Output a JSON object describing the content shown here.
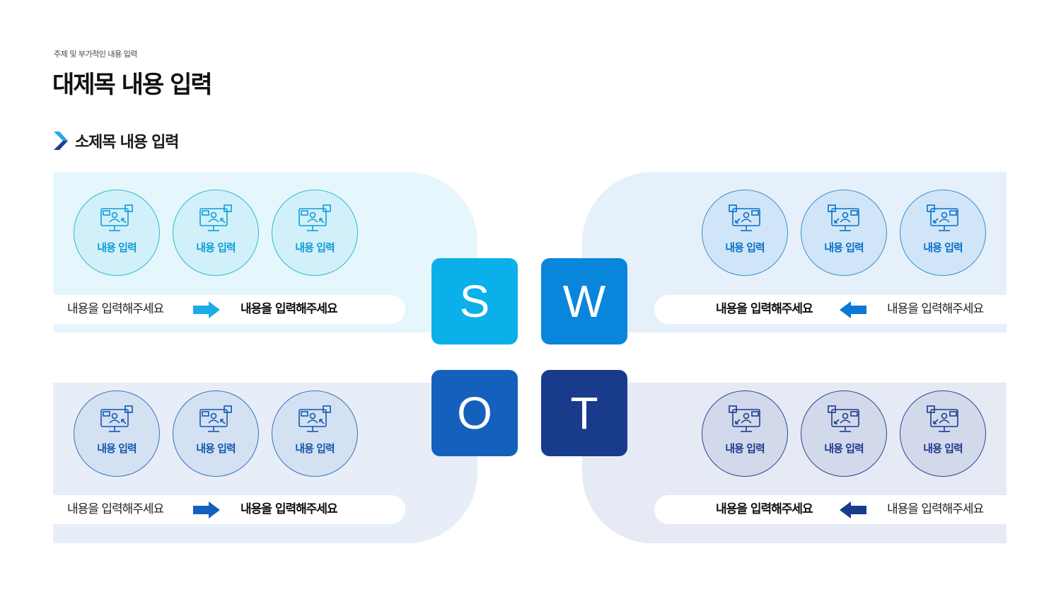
{
  "header": {
    "eyebrow": "주제 및 부가적인 내용 입력",
    "title": "대제목 내용 입력",
    "section_title": "소제목 내용 입력"
  },
  "colors": {
    "s": "#0bb0ea",
    "w": "#0a85dc",
    "o": "#1560bc",
    "t": "#183b8c"
  },
  "quadrants": {
    "s": {
      "letter": "S",
      "items": [
        "내용 입력",
        "내용 입력",
        "내용 입력"
      ],
      "text_left": "내용을 입력해주세요",
      "text_right": "내용을 입력해주세요",
      "arrow": "arrow-right-icon"
    },
    "w": {
      "letter": "W",
      "items": [
        "내용 입력",
        "내용 입력",
        "내용 입력"
      ],
      "text_left": "내용을 입력해주세요",
      "text_right": "내용을 입력해주세요",
      "arrow": "arrow-left-icon"
    },
    "o": {
      "letter": "O",
      "items": [
        "내용 입력",
        "내용 입력",
        "내용 입력"
      ],
      "text_left": "내용을 입력해주세요",
      "text_right": "내용을 입력해주세요",
      "arrow": "arrow-right-icon"
    },
    "t": {
      "letter": "T",
      "items": [
        "내용 입력",
        "내용 입력",
        "내용 입력"
      ],
      "text_left": "내용을 입력해주세요",
      "text_right": "내용을 입력해주세요",
      "arrow": "arrow-left-icon"
    }
  }
}
